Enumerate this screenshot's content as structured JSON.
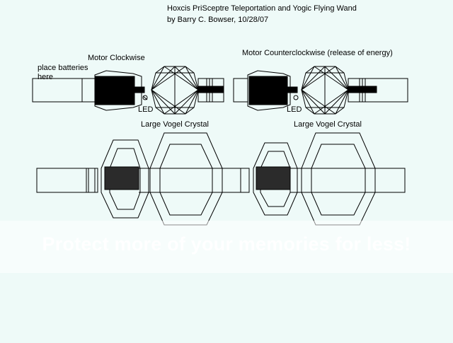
{
  "header": {
    "title": "Hoxcis PriSceptre Teleportation and Yogic Flying Wand",
    "subtitle": "by Barry C. Bowser,  10/28/07"
  },
  "labels": {
    "batteries": "place batteries here",
    "motor_cw": "Motor Clockwise",
    "motor_ccw": "Motor Counterclockwise (release of energy)",
    "led_left": "LED",
    "led_right": "LED",
    "crystal_left": "Large Vogel Crystal",
    "crystal_right": "Large Vogel Crystal"
  },
  "watermark": "Protect more of your memories for less!",
  "colors": {
    "background": "#eefaf8",
    "ink": "#000000",
    "motor_fill": "#000000",
    "lower_block_fill": "#2b2b2b"
  }
}
